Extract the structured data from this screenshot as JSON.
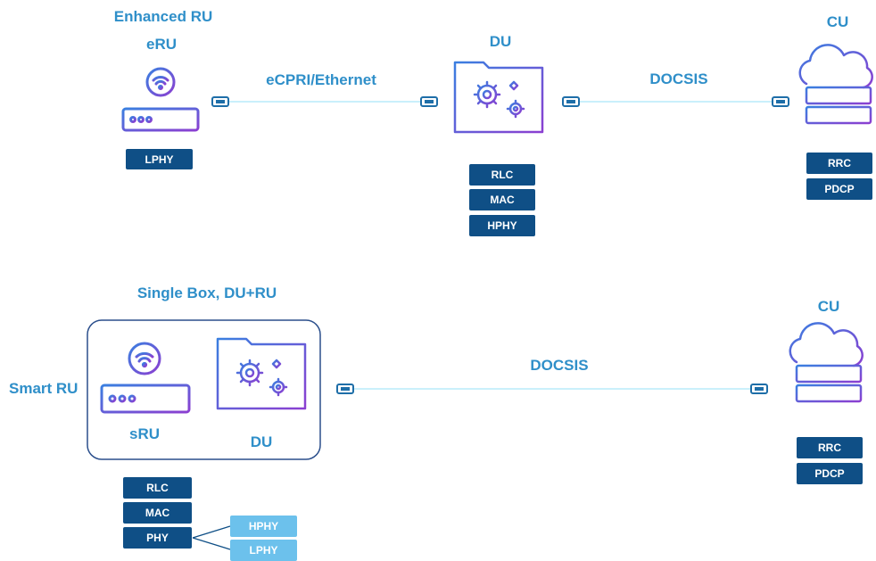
{
  "top": {
    "title": "Enhanced RU",
    "eru": {
      "label": "eRU",
      "badges": [
        "LPHY"
      ]
    },
    "link1": "eCPRI/Ethernet",
    "du": {
      "label": "DU",
      "badges": [
        "RLC",
        "MAC",
        "HPHY"
      ]
    },
    "link2": "DOCSIS",
    "cu": {
      "label": "CU",
      "badges": [
        "RRC",
        "PDCP"
      ]
    }
  },
  "bottom": {
    "title": "Single Box, DU+RU",
    "side_label": "Smart RU",
    "sru": {
      "label": "sRU"
    },
    "du": {
      "label": "DU"
    },
    "link": "DOCSIS",
    "cu": {
      "label": "CU",
      "badges": [
        "RRC",
        "PDCP"
      ]
    },
    "stack": [
      "RLC",
      "MAC",
      "PHY"
    ],
    "phy_split": [
      "HPHY",
      "LPHY"
    ]
  },
  "colors": {
    "label": "#2f8fc9",
    "badge_dark": "#0f4f86",
    "badge_light": "#6cc1ec",
    "cable": "#37b6df",
    "icon_stroke_a": "#3a6fd8",
    "icon_stroke_b": "#8b3fd1"
  },
  "icons": [
    "router-wifi-icon",
    "folder-gears-icon",
    "cloud-server-icon",
    "cable-connector-icon"
  ]
}
